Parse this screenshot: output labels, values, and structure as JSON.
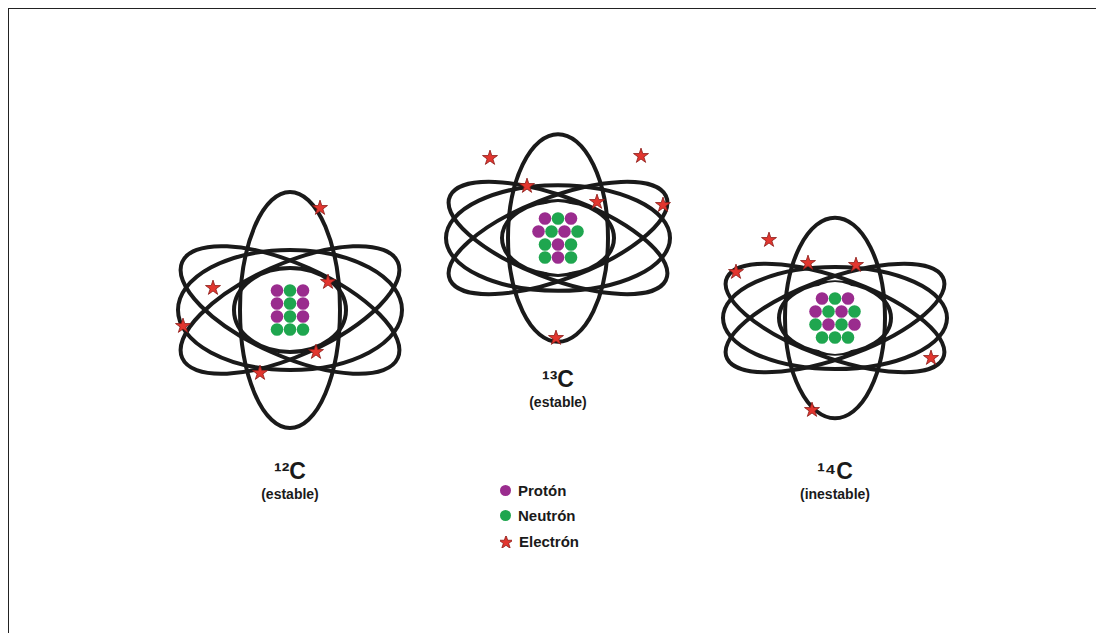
{
  "diagram": {
    "labels": [
      "¹²C",
      "(estable)",
      "¹³C",
      "(estable)",
      "¹⁴C",
      "(inestable)"
    ],
    "legend": [
      {
        "text": "Protón",
        "color": "#9a2c8e"
      },
      {
        "text": "Neutrón",
        "color": "#1fa64f"
      },
      {
        "text": "Electrón"
      }
    ]
  }
}
